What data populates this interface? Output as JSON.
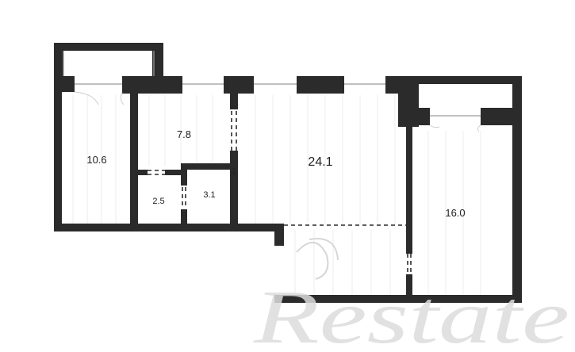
{
  "plan": {
    "rooms": [
      {
        "id": "room-left",
        "area": "10.6"
      },
      {
        "id": "room-top-middle",
        "area": "7.8"
      },
      {
        "id": "room-small-a",
        "area": "2.5"
      },
      {
        "id": "room-small-b",
        "area": "3.1"
      },
      {
        "id": "room-main",
        "area": "24.1"
      },
      {
        "id": "room-right",
        "area": "16.0"
      }
    ],
    "door_marker": "1"
  },
  "watermark": {
    "text": "Restate"
  },
  "colors": {
    "wall": "#2b2b2b",
    "paper": "#ffffff",
    "hatch": "#ebebeb",
    "watermark": "#d9d9d9"
  }
}
